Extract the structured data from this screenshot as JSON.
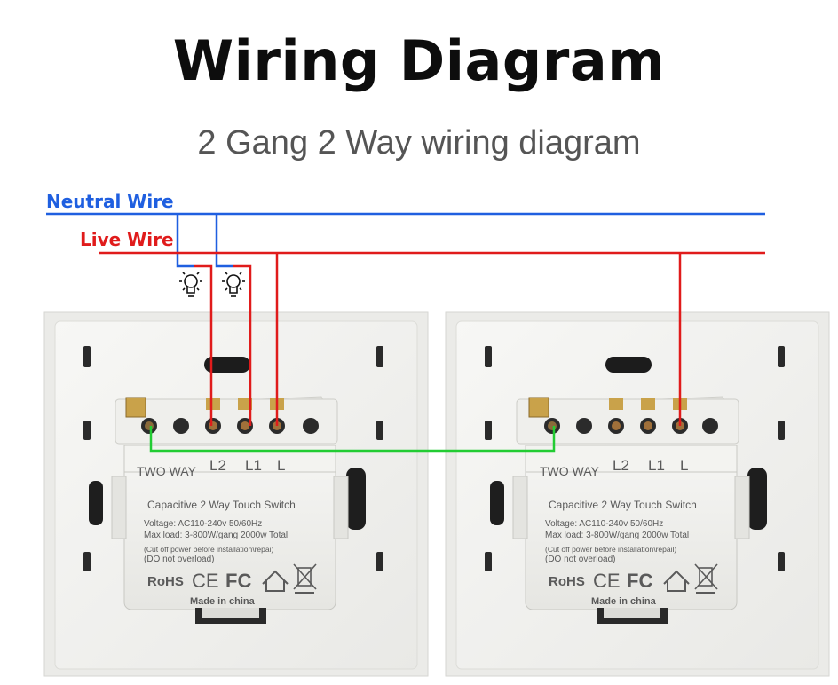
{
  "header": {
    "title": "Wiring Diagram",
    "subtitle": "2 Gang 2 Way wiring diagram"
  },
  "wires": {
    "neutral_label": "Neutral Wire",
    "live_label": "Live Wire",
    "neutral_color": "#1f5fe0",
    "live_color": "#e01b1b",
    "traveler_color": "#22cc33"
  },
  "switches": [
    {
      "two_way": "TWO WAY",
      "terminal_l2": "L2",
      "terminal_l1": "L1",
      "terminal_l": "L",
      "product": "Capacitive 2 Way Touch Switch",
      "voltage": "Voltage: AC110-240v 50/60Hz",
      "max_load": "Max load: 3-800W/gang  2000w Total",
      "warning1": "(Cut off power before installation\\repai)",
      "warning2": "(DO not overload)",
      "rohs": "RoHS",
      "ce": "CE",
      "fc": "FC",
      "made_in": "Made in china"
    },
    {
      "two_way": "TWO WAY",
      "terminal_l2": "L2",
      "terminal_l1": "L1",
      "terminal_l": "L",
      "product": "Capacitive 2 Way Touch Switch",
      "voltage": "Voltage: AC110-240v 50/60Hz",
      "max_load": "Max load: 3-800W/gang  2000w Total",
      "warning1": "(Cut off power before installation\\repail)",
      "warning2": "(DO not overload)",
      "rohs": "RoHS",
      "ce": "CE",
      "fc": "FC",
      "made_in": "Made in china"
    }
  ],
  "icons": [
    "light-bulb-icon",
    "light-bulb-icon",
    "house-icon",
    "weee-bin-icon"
  ]
}
